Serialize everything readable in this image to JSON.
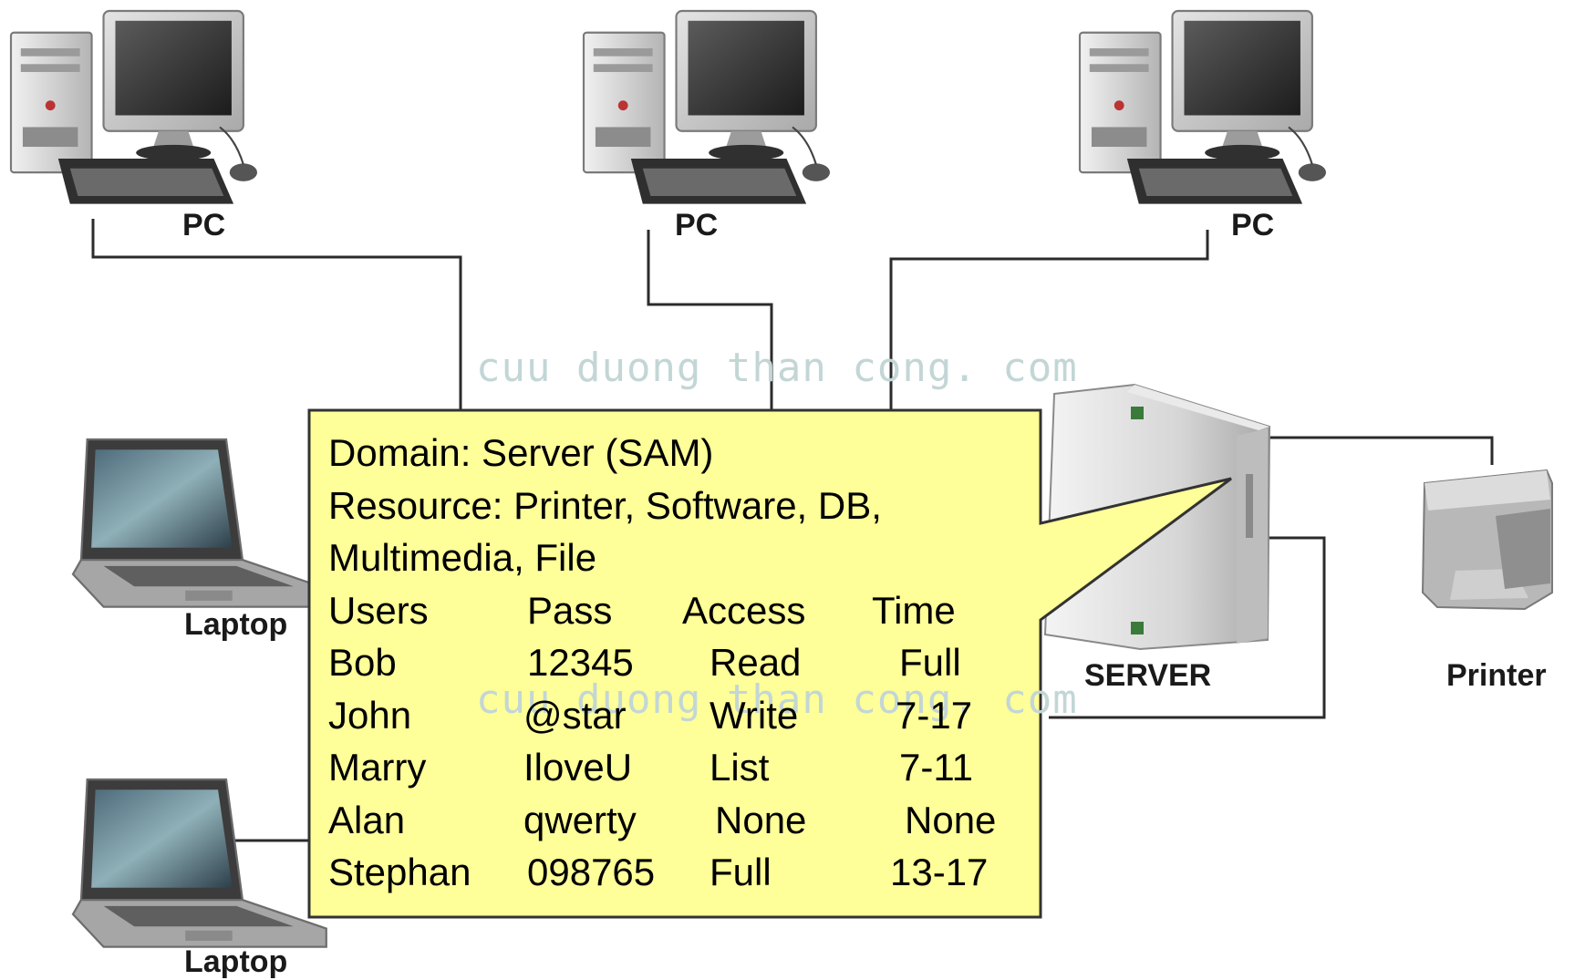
{
  "nodes": {
    "pc_label": "PC",
    "laptop_label": "Laptop",
    "server_label": "SERVER",
    "printer_label": "Printer"
  },
  "watermark": "cuu duong than cong. com",
  "callout": {
    "lines": [
      "Domain: Server (SAM)",
      "Resource: Printer, Software, DB,",
      "Multimedia, File"
    ],
    "table": {
      "headers": [
        "Users",
        "Pass",
        "Access",
        "Time"
      ],
      "rows": [
        [
          "Bob",
          "12345",
          "Read",
          "Full"
        ],
        [
          "John",
          "@star",
          "Write",
          "7-17"
        ],
        [
          "Marry",
          "IloveU",
          "List",
          "7-11"
        ],
        [
          "Alan",
          "qwerty",
          "None",
          "None"
        ],
        [
          "Stephan",
          "098765",
          "Full",
          "13-17"
        ]
      ]
    }
  },
  "colors": {
    "callout_fill": "#ffff99",
    "callout_border": "#333333",
    "connection_line": "#2b2b2b"
  }
}
